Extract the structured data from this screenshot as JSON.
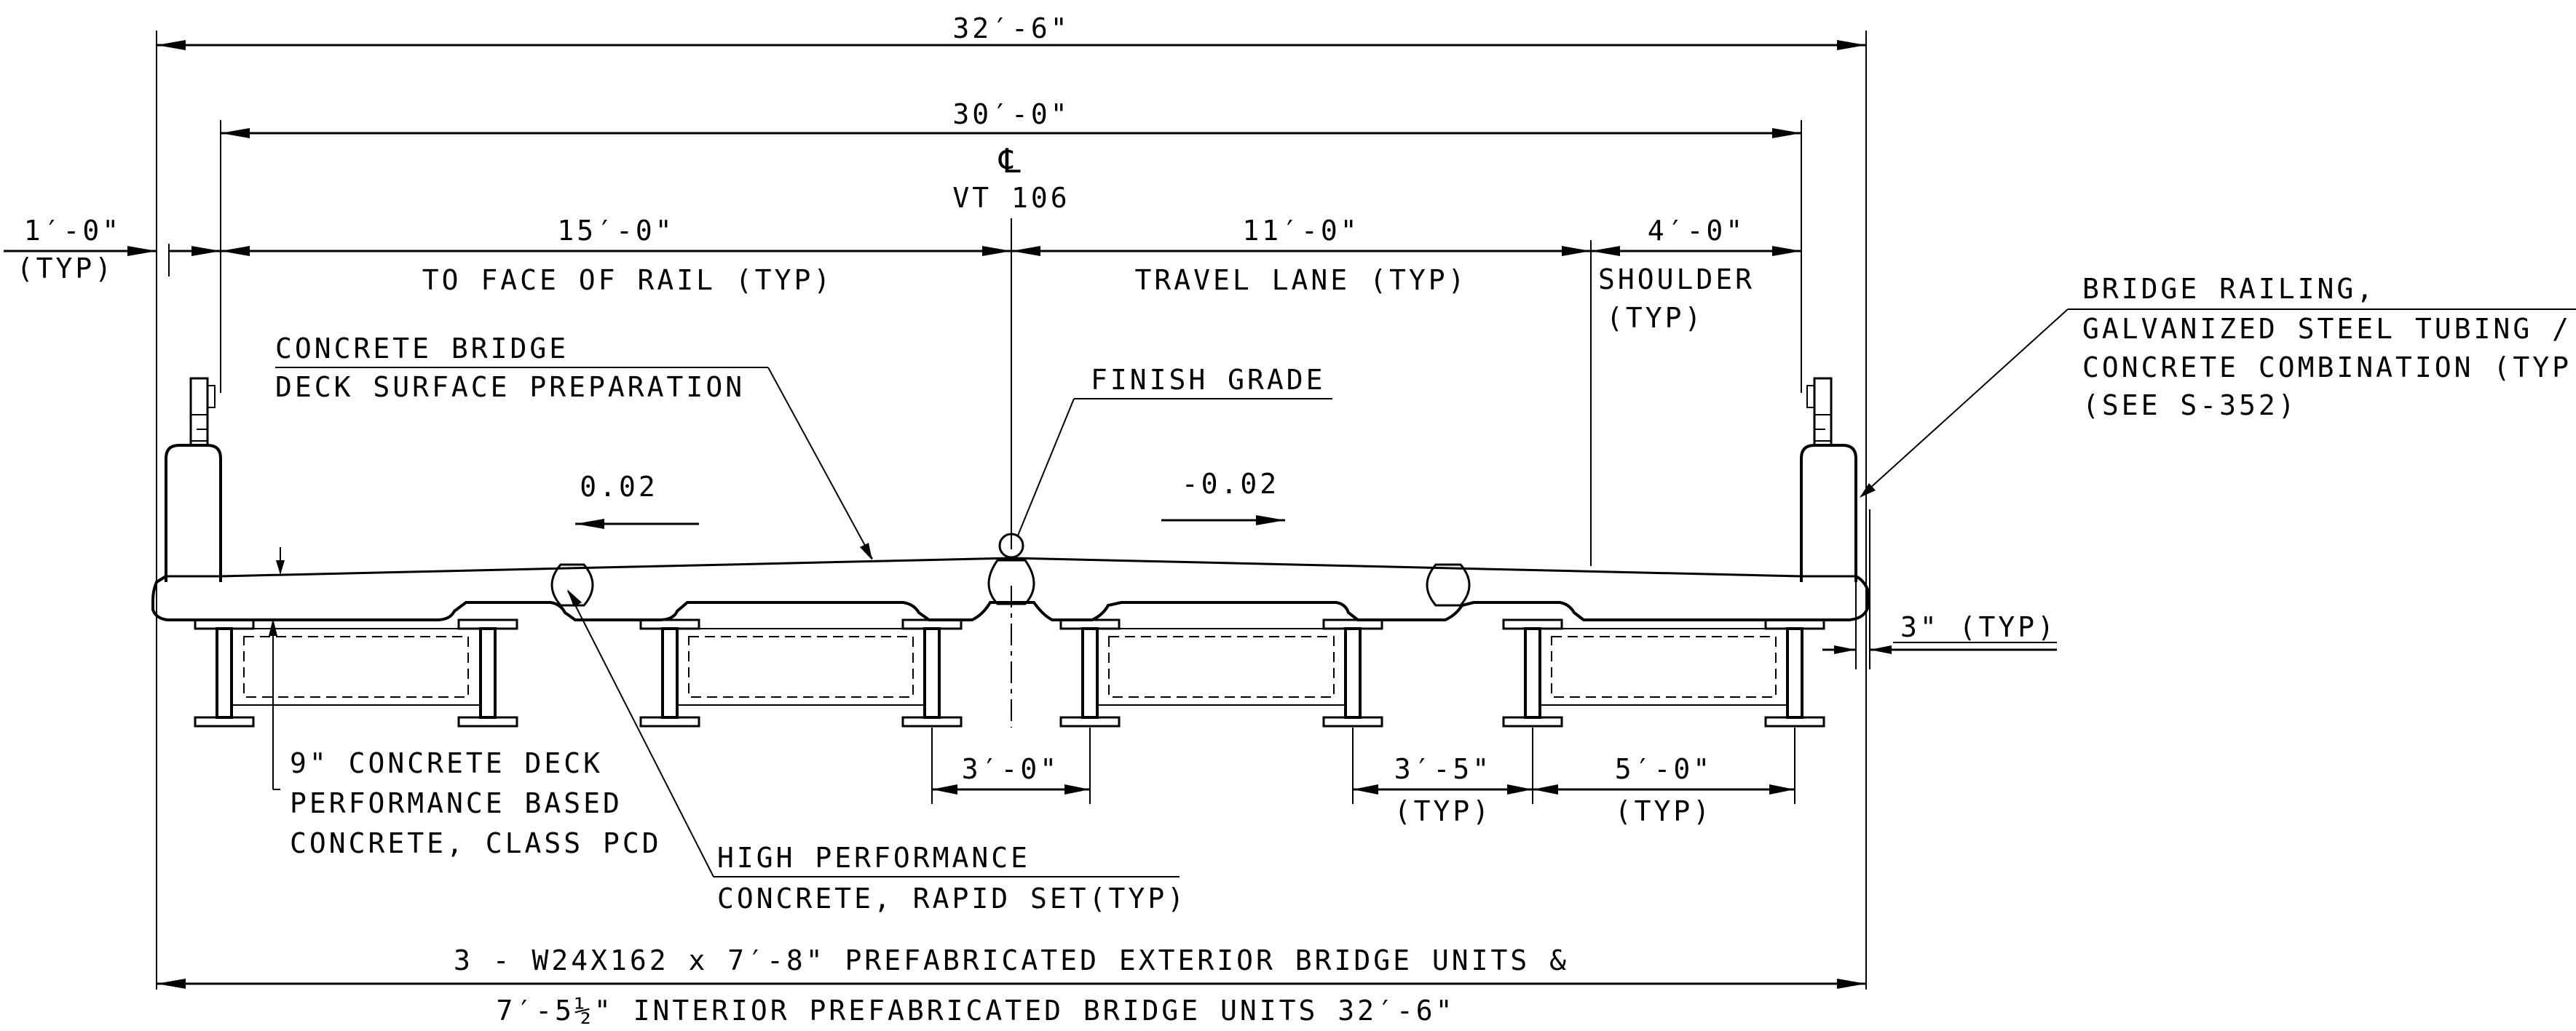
{
  "dimensions": {
    "overall": "32′-6\"",
    "curb_to_curb": "30′-0\"",
    "half_width": "15′-0\"",
    "half_width_note": "TO FACE OF RAIL (TYP)",
    "travel_lane": "11′-0\"",
    "travel_lane_note": "TRAVEL LANE (TYP)",
    "shoulder": "4′-0\"",
    "shoulder_note_1": "SHOULDER",
    "shoulder_note_2": "(TYP)",
    "rail_offset": "1′-0\"",
    "rail_offset_note": "(TYP)",
    "center_gap": "3′-0\"",
    "girder_spacing_a": "3′-5\"",
    "girder_spacing_a_note": "(TYP)",
    "girder_spacing_b": "5′-0\"",
    "girder_spacing_b_note": "(TYP)",
    "overhang": "3\" (TYP)"
  },
  "centerline": {
    "symbol": "℄",
    "route": "VT 106"
  },
  "slopes": {
    "left": "0.02",
    "right": "-0.02"
  },
  "callouts": {
    "deck_prep_1": "CONCRETE BRIDGE",
    "deck_prep_2": "DECK SURFACE PREPARATION",
    "finish_grade": "FINISH GRADE",
    "railing_1": "BRIDGE RAILING,",
    "railing_2": "GALVANIZED STEEL TUBING /",
    "railing_3": "CONCRETE COMBINATION (TYP)",
    "railing_4": "(SEE S-352)",
    "deck_1": "9\" CONCRETE DECK",
    "deck_2": "PERFORMANCE BASED",
    "deck_3": "CONCRETE, CLASS PCD",
    "joint_1": "HIGH PERFORMANCE",
    "joint_2": "CONCRETE, RAPID SET(TYP)"
  },
  "title": {
    "line1": "3 - W24X162 x 7′-8\" PREFABRICATED EXTERIOR BRIDGE UNITS &",
    "line2": "7′-5½\" INTERIOR PREFABRICATED BRIDGE UNITS 32′-6\""
  }
}
